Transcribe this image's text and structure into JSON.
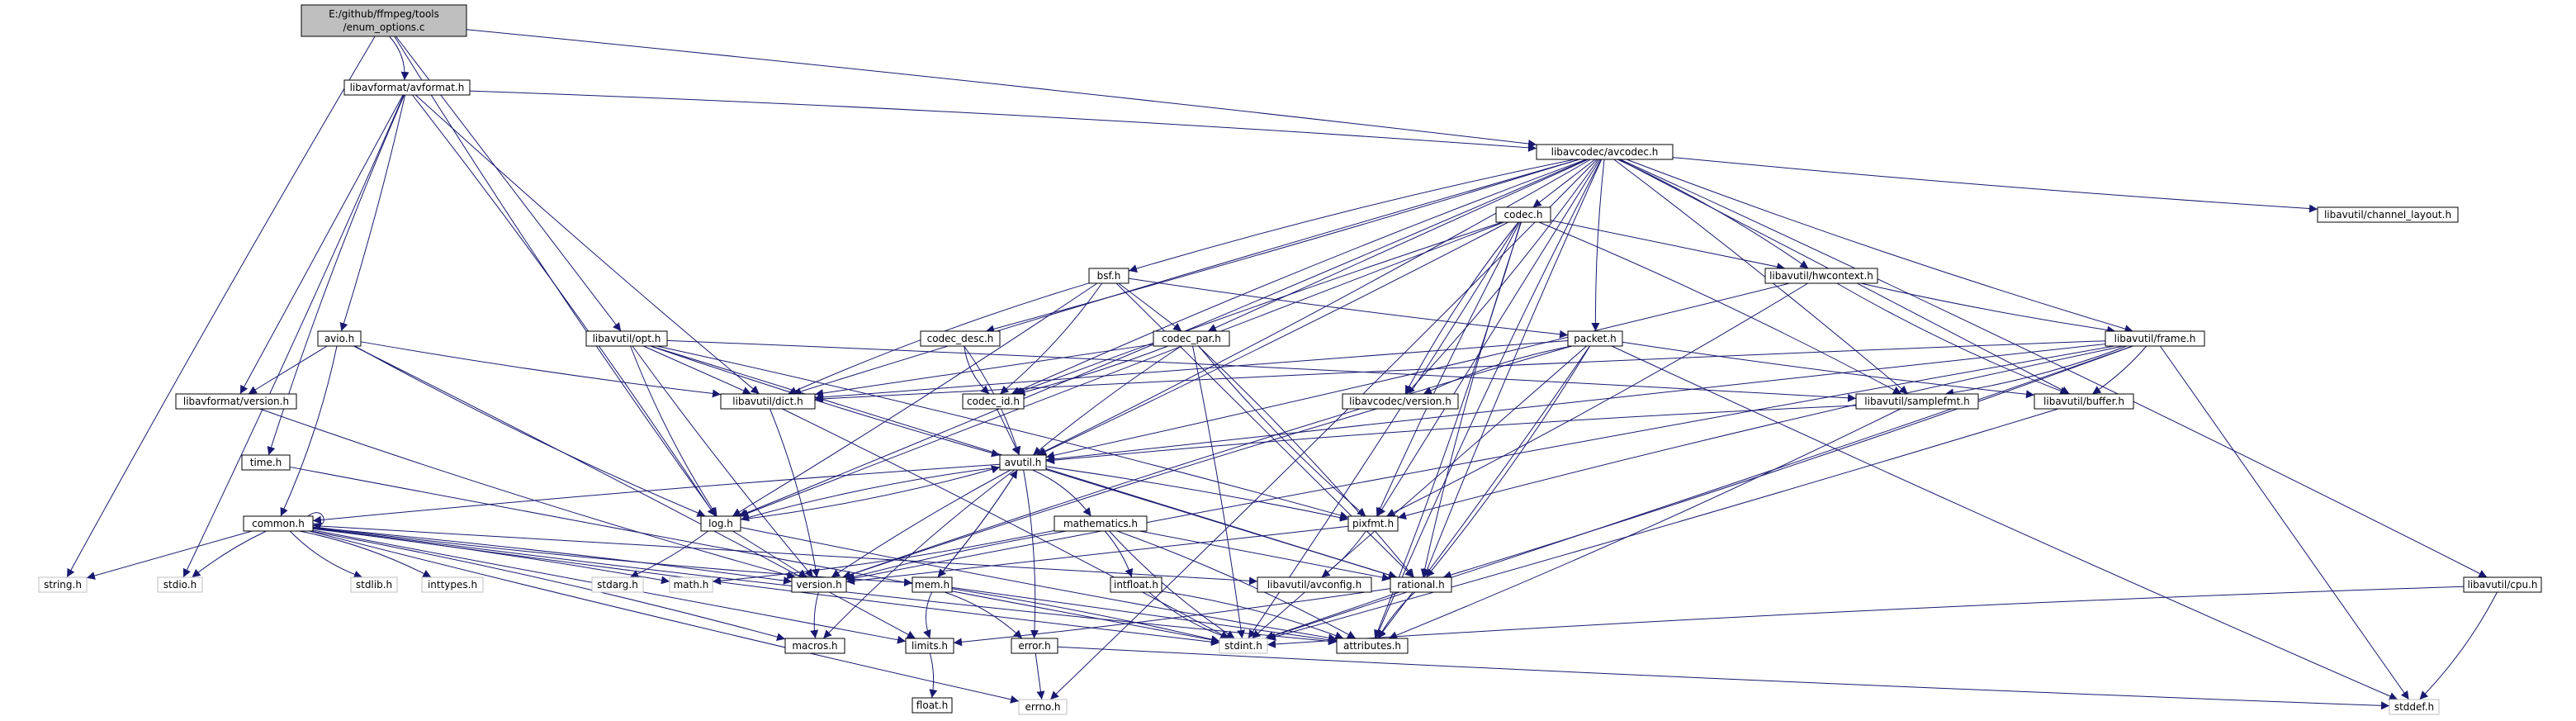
{
  "graph": {
    "edge_color": "#191970",
    "node_border_color": "#000000",
    "missing_node_border_color": "#bfbfbf",
    "root_fill_color": "#bfbfbf",
    "node_fill_color": "#ffffff",
    "label_color": "#000000"
  },
  "nodes": [
    {
      "id": "root",
      "lines": [
        "E:/github/ffmpeg/tools",
        "/enum_options.c"
      ],
      "kind": "root"
    },
    {
      "id": "avformat",
      "lines": [
        "libavformat/avformat.h"
      ],
      "kind": "normal"
    },
    {
      "id": "avcodec",
      "lines": [
        "libavcodec/avcodec.h"
      ],
      "kind": "normal"
    },
    {
      "id": "codec",
      "lines": [
        "codec.h"
      ],
      "kind": "normal"
    },
    {
      "id": "channel_layout",
      "lines": [
        "libavutil/channel_layout.h"
      ],
      "kind": "normal"
    },
    {
      "id": "bsf",
      "lines": [
        "bsf.h"
      ],
      "kind": "normal"
    },
    {
      "id": "hwcontext",
      "lines": [
        "libavutil/hwcontext.h"
      ],
      "kind": "normal"
    },
    {
      "id": "avio",
      "lines": [
        "avio.h"
      ],
      "kind": "normal"
    },
    {
      "id": "opt",
      "lines": [
        "libavutil/opt.h"
      ],
      "kind": "normal"
    },
    {
      "id": "codec_desc",
      "lines": [
        "codec_desc.h"
      ],
      "kind": "normal"
    },
    {
      "id": "codec_par",
      "lines": [
        "codec_par.h"
      ],
      "kind": "normal"
    },
    {
      "id": "packet",
      "lines": [
        "packet.h"
      ],
      "kind": "normal"
    },
    {
      "id": "frame",
      "lines": [
        "libavutil/frame.h"
      ],
      "kind": "normal"
    },
    {
      "id": "fmt_version",
      "lines": [
        "libavformat/version.h"
      ],
      "kind": "normal"
    },
    {
      "id": "dict",
      "lines": [
        "libavutil/dict.h"
      ],
      "kind": "normal"
    },
    {
      "id": "codec_id",
      "lines": [
        "codec_id.h"
      ],
      "kind": "normal"
    },
    {
      "id": "codec_version",
      "lines": [
        "libavcodec/version.h"
      ],
      "kind": "normal"
    },
    {
      "id": "samplefmt",
      "lines": [
        "libavutil/samplefmt.h"
      ],
      "kind": "normal"
    },
    {
      "id": "buffer",
      "lines": [
        "libavutil/buffer.h"
      ],
      "kind": "normal"
    },
    {
      "id": "time",
      "lines": [
        "time.h"
      ],
      "kind": "normal"
    },
    {
      "id": "avutil",
      "lines": [
        "avutil.h"
      ],
      "kind": "normal"
    },
    {
      "id": "common",
      "lines": [
        "common.h"
      ],
      "kind": "normal"
    },
    {
      "id": "log",
      "lines": [
        "log.h"
      ],
      "kind": "normal"
    },
    {
      "id": "mathematics",
      "lines": [
        "mathematics.h"
      ],
      "kind": "normal"
    },
    {
      "id": "pixfmt",
      "lines": [
        "pixfmt.h"
      ],
      "kind": "normal"
    },
    {
      "id": "string",
      "lines": [
        "string.h"
      ],
      "kind": "missing"
    },
    {
      "id": "stdio",
      "lines": [
        "stdio.h"
      ],
      "kind": "missing"
    },
    {
      "id": "stdlib",
      "lines": [
        "stdlib.h"
      ],
      "kind": "missing"
    },
    {
      "id": "inttypes",
      "lines": [
        "inttypes.h"
      ],
      "kind": "missing"
    },
    {
      "id": "stdarg",
      "lines": [
        "stdarg.h"
      ],
      "kind": "missing"
    },
    {
      "id": "math",
      "lines": [
        "math.h"
      ],
      "kind": "missing"
    },
    {
      "id": "version",
      "lines": [
        "version.h"
      ],
      "kind": "normal"
    },
    {
      "id": "mem",
      "lines": [
        "mem.h"
      ],
      "kind": "normal"
    },
    {
      "id": "intfloat",
      "lines": [
        "intfloat.h"
      ],
      "kind": "normal"
    },
    {
      "id": "avconfig",
      "lines": [
        "libavutil/avconfig.h"
      ],
      "kind": "normal"
    },
    {
      "id": "rational",
      "lines": [
        "rational.h"
      ],
      "kind": "normal"
    },
    {
      "id": "cpu",
      "lines": [
        "libavutil/cpu.h"
      ],
      "kind": "normal"
    },
    {
      "id": "macros",
      "lines": [
        "macros.h"
      ],
      "kind": "normal"
    },
    {
      "id": "limits",
      "lines": [
        "limits.h"
      ],
      "kind": "normal"
    },
    {
      "id": "stdint",
      "lines": [
        "stdint.h"
      ],
      "kind": "missing"
    },
    {
      "id": "error",
      "lines": [
        "error.h"
      ],
      "kind": "normal"
    },
    {
      "id": "attributes",
      "lines": [
        "attributes.h"
      ],
      "kind": "normal"
    },
    {
      "id": "float",
      "lines": [
        "float.h"
      ],
      "kind": "normal"
    },
    {
      "id": "errno",
      "lines": [
        "errno.h"
      ],
      "kind": "missing"
    },
    {
      "id": "stddef",
      "lines": [
        "stddef.h"
      ],
      "kind": "missing"
    }
  ],
  "edges": [
    [
      "root",
      "avformat"
    ],
    [
      "root",
      "avcodec"
    ],
    [
      "root",
      "opt"
    ],
    [
      "root",
      "string"
    ],
    [
      "root",
      "log"
    ],
    [
      "avformat",
      "avcodec"
    ],
    [
      "avformat",
      "avio"
    ],
    [
      "avformat",
      "fmt_version"
    ],
    [
      "avformat",
      "dict"
    ],
    [
      "avformat",
      "time"
    ],
    [
      "avformat",
      "log"
    ],
    [
      "avformat",
      "stdio"
    ],
    [
      "avcodec",
      "codec"
    ],
    [
      "avcodec",
      "channel_layout"
    ],
    [
      "avcodec",
      "bsf"
    ],
    [
      "avcodec",
      "hwcontext"
    ],
    [
      "avcodec",
      "codec_desc"
    ],
    [
      "avcodec",
      "codec_par"
    ],
    [
      "avcodec",
      "packet"
    ],
    [
      "avcodec",
      "frame"
    ],
    [
      "avcodec",
      "codec_version"
    ],
    [
      "avcodec",
      "samplefmt"
    ],
    [
      "avcodec",
      "buffer"
    ],
    [
      "avcodec",
      "dict"
    ],
    [
      "avcodec",
      "codec_id"
    ],
    [
      "avcodec",
      "avutil"
    ],
    [
      "avcodec",
      "log"
    ],
    [
      "avcodec",
      "pixfmt"
    ],
    [
      "avcodec",
      "rational"
    ],
    [
      "avcodec",
      "attributes"
    ],
    [
      "avcodec",
      "cpu"
    ],
    [
      "avcodec",
      "errno"
    ],
    [
      "codec",
      "hwcontext"
    ],
    [
      "codec",
      "codec_id"
    ],
    [
      "codec",
      "codec_version"
    ],
    [
      "codec",
      "samplefmt"
    ],
    [
      "codec",
      "avutil"
    ],
    [
      "codec",
      "log"
    ],
    [
      "codec",
      "pixfmt"
    ],
    [
      "codec",
      "rational"
    ],
    [
      "codec",
      "attributes"
    ],
    [
      "codec",
      "stdint"
    ],
    [
      "bsf",
      "codec_par"
    ],
    [
      "bsf",
      "packet"
    ],
    [
      "bsf",
      "dict"
    ],
    [
      "bsf",
      "codec_id"
    ],
    [
      "bsf",
      "log"
    ],
    [
      "bsf",
      "rational"
    ],
    [
      "hwcontext",
      "frame"
    ],
    [
      "hwcontext",
      "buffer"
    ],
    [
      "hwcontext",
      "pixfmt"
    ],
    [
      "hwcontext",
      "avutil"
    ],
    [
      "avio",
      "fmt_version"
    ],
    [
      "avio",
      "dict"
    ],
    [
      "avio",
      "log"
    ],
    [
      "avio",
      "common"
    ],
    [
      "avio",
      "limits"
    ],
    [
      "opt",
      "dict"
    ],
    [
      "opt",
      "avutil"
    ],
    [
      "opt",
      "log"
    ],
    [
      "opt",
      "pixfmt"
    ],
    [
      "opt",
      "samplefmt"
    ],
    [
      "opt",
      "rational"
    ],
    [
      "opt",
      "version"
    ],
    [
      "codec_desc",
      "codec_id"
    ],
    [
      "codec_desc",
      "avutil"
    ],
    [
      "codec_par",
      "codec_id"
    ],
    [
      "codec_par",
      "dict"
    ],
    [
      "codec_par",
      "avutil"
    ],
    [
      "codec_par",
      "pixfmt"
    ],
    [
      "codec_par",
      "rational"
    ],
    [
      "codec_par",
      "stdint"
    ],
    [
      "packet",
      "dict"
    ],
    [
      "packet",
      "buffer"
    ],
    [
      "packet",
      "codec_version"
    ],
    [
      "packet",
      "rational"
    ],
    [
      "packet",
      "attributes"
    ],
    [
      "packet",
      "stdint"
    ],
    [
      "packet",
      "stddef"
    ],
    [
      "packet",
      "version"
    ],
    [
      "frame",
      "samplefmt"
    ],
    [
      "frame",
      "buffer"
    ],
    [
      "frame",
      "avutil"
    ],
    [
      "frame",
      "dict"
    ],
    [
      "frame",
      "pixfmt"
    ],
    [
      "frame",
      "rational"
    ],
    [
      "frame",
      "stdint"
    ],
    [
      "frame",
      "stddef"
    ],
    [
      "frame",
      "version"
    ],
    [
      "fmt_version",
      "version"
    ],
    [
      "dict",
      "version"
    ],
    [
      "dict",
      "stdint"
    ],
    [
      "codec_id",
      "avutil"
    ],
    [
      "codec_version",
      "version"
    ],
    [
      "samplefmt",
      "avutil"
    ],
    [
      "samplefmt",
      "attributes"
    ],
    [
      "buffer",
      "stdint"
    ],
    [
      "time",
      "stdint"
    ],
    [
      "avutil",
      "common"
    ],
    [
      "avutil",
      "log"
    ],
    [
      "avutil",
      "mathematics"
    ],
    [
      "avutil",
      "pixfmt"
    ],
    [
      "avutil",
      "rational"
    ],
    [
      "avutil",
      "version"
    ],
    [
      "avutil",
      "macros"
    ],
    [
      "avutil",
      "error"
    ],
    [
      "avutil",
      "mem"
    ],
    [
      "common",
      "string"
    ],
    [
      "common",
      "stdio"
    ],
    [
      "common",
      "stdlib"
    ],
    [
      "common",
      "inttypes"
    ],
    [
      "common",
      "math"
    ],
    [
      "common",
      "limits"
    ],
    [
      "common",
      "errno"
    ],
    [
      "common",
      "attributes"
    ],
    [
      "common",
      "macros"
    ],
    [
      "common",
      "version"
    ],
    [
      "common",
      "avconfig"
    ],
    [
      "common",
      "stdint"
    ],
    [
      "common",
      "mem"
    ],
    [
      "common",
      "common"
    ],
    [
      "log",
      "stdarg"
    ],
    [
      "log",
      "version"
    ],
    [
      "log",
      "attributes"
    ],
    [
      "log",
      "avutil"
    ],
    [
      "mathematics",
      "math"
    ],
    [
      "mathematics",
      "intfloat"
    ],
    [
      "mathematics",
      "rational"
    ],
    [
      "mathematics",
      "version"
    ],
    [
      "mathematics",
      "stdint"
    ],
    [
      "mathematics",
      "attributes"
    ],
    [
      "pixfmt",
      "avconfig"
    ],
    [
      "pixfmt",
      "version"
    ],
    [
      "version",
      "macros"
    ],
    [
      "mem",
      "limits"
    ],
    [
      "mem",
      "error"
    ],
    [
      "mem",
      "stdint"
    ],
    [
      "mem",
      "attributes"
    ],
    [
      "mem",
      "avutil"
    ],
    [
      "intfloat",
      "stdint"
    ],
    [
      "intfloat",
      "attributes"
    ],
    [
      "rational",
      "limits"
    ],
    [
      "rational",
      "stdint"
    ],
    [
      "rational",
      "attributes"
    ],
    [
      "cpu",
      "stdint"
    ],
    [
      "cpu",
      "stddef"
    ],
    [
      "limits",
      "float"
    ],
    [
      "error",
      "errno"
    ],
    [
      "error",
      "stddef"
    ]
  ]
}
